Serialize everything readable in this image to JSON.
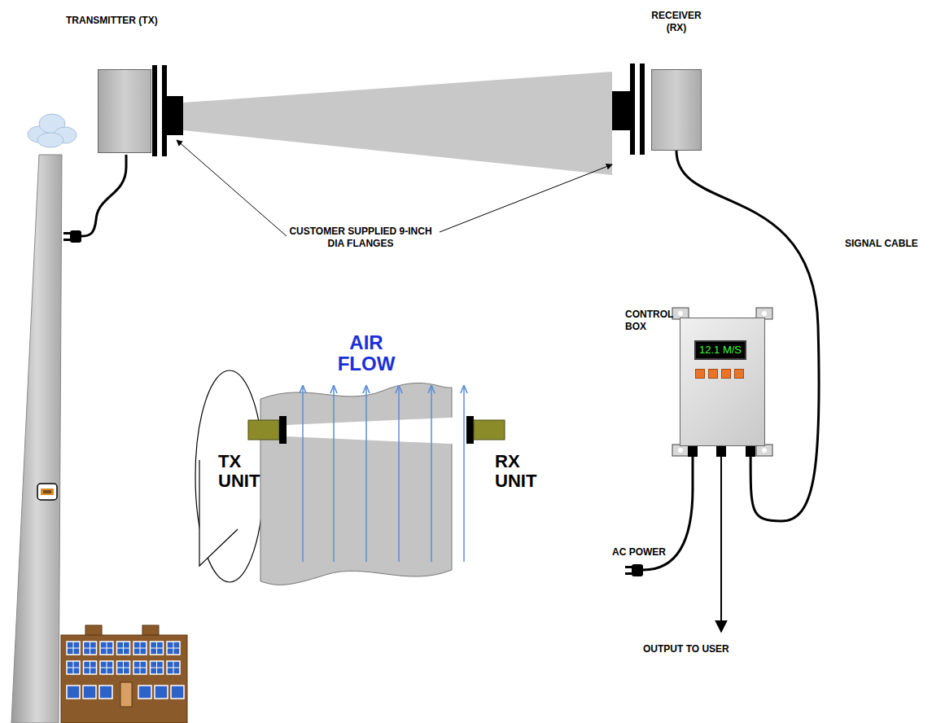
{
  "diagram": {
    "nodes": [
      {
        "text": [
          "TRANSMITTER (TX)"
        ]
      },
      {
        "text": [
          "RECEIVER (RX)"
        ]
      },
      {
        "text": [
          "CONTROL BOX",
          "12.1 M/S"
        ]
      }
    ],
    "edges": [
      {
        "from": 1,
        "to": 2,
        "arrow": "none",
        "label": "SIGNAL CABLE"
      }
    ],
    "labels": [
      "CUSTOMER SUPPLIED 9-INCH DIA FLANGES",
      "AIR FLOW",
      "TX UNIT",
      "RX UNIT",
      "AC POWER",
      "OUTPUT TO USER"
    ]
  }
}
